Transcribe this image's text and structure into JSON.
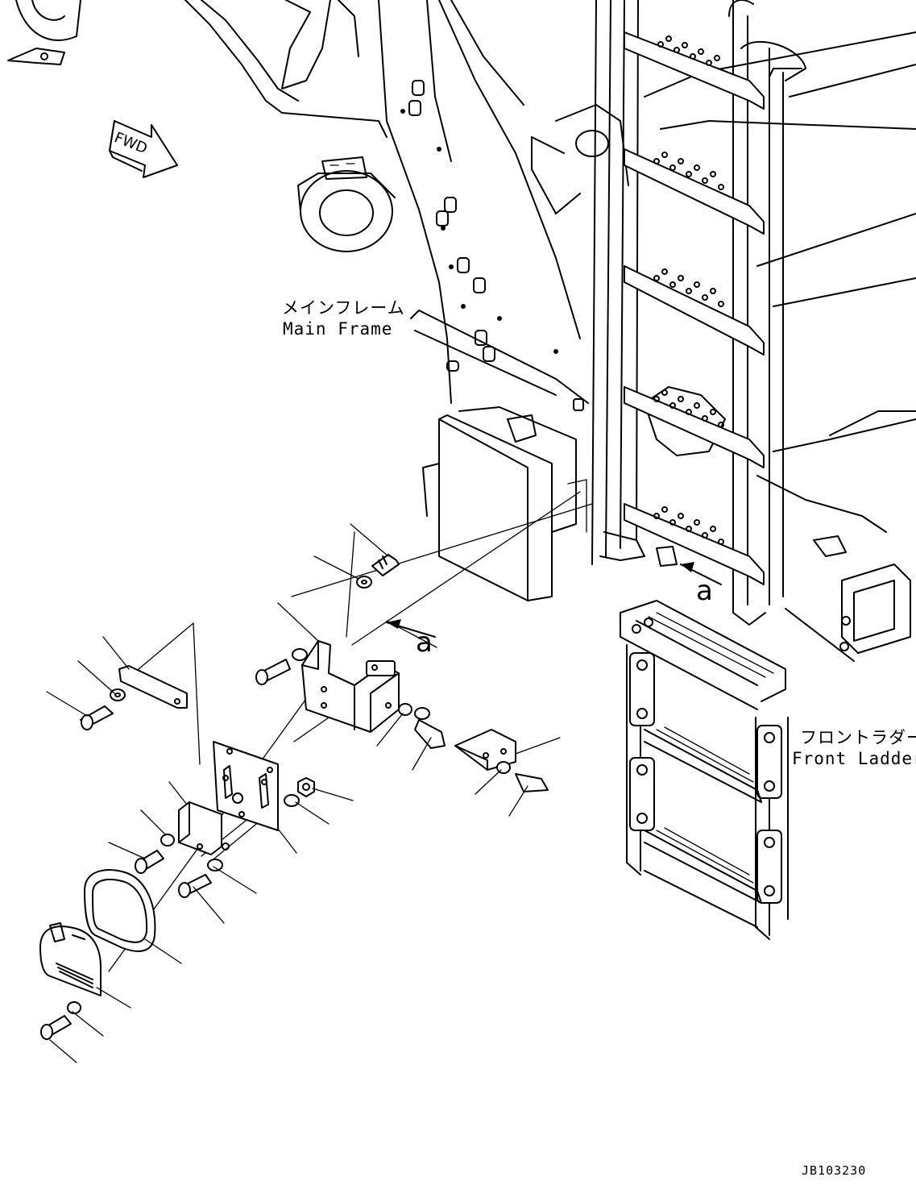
{
  "drawing": {
    "direction_arrow": {
      "label": "FWD"
    },
    "labels": {
      "main_frame_jp": "メインフレーム",
      "main_frame_en": "Main Frame",
      "front_ladder_jp": "フロントラダー",
      "front_ladder_en": "Front Ladder",
      "view_a_upper": "a",
      "view_a_lower": "a",
      "drawing_code": "JB103230"
    }
  }
}
